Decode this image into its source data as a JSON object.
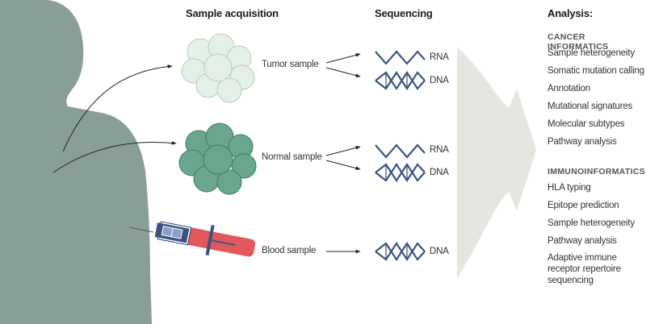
{
  "headers": {
    "acquisition": "Sample acquisition",
    "sequencing": "Sequencing",
    "analysis": "Analysis:"
  },
  "samples": {
    "tumor": "Tumor sample",
    "normal": "Normal sample",
    "blood": "Blood sample"
  },
  "sequencing_labels": {
    "rna": "RNA",
    "dna": "DNA"
  },
  "analysis": {
    "cancer_title": "CANCER INFORMATICS",
    "cancer_items": [
      "Sample heterogeneity",
      "Somatic mutation calling",
      "Annotation",
      "Mutational signatures",
      "Molecular subtypes",
      "Pathway analysis"
    ],
    "immuno_title": "IMMUNOINFORMATICS",
    "immuno_items": [
      "HLA typing",
      "Epitope prediction",
      "Sample heterogeneity",
      "Pathway analysis",
      "Adaptive immune receptor repertoire sequencing"
    ]
  },
  "colors": {
    "silhouette": "#8a9e98",
    "tumor_cluster": "#e3efe7",
    "normal_cluster": "#6aa68d",
    "helix": "#3c5382",
    "funnel": "#e6e6e1",
    "blood": "#e0575c"
  }
}
